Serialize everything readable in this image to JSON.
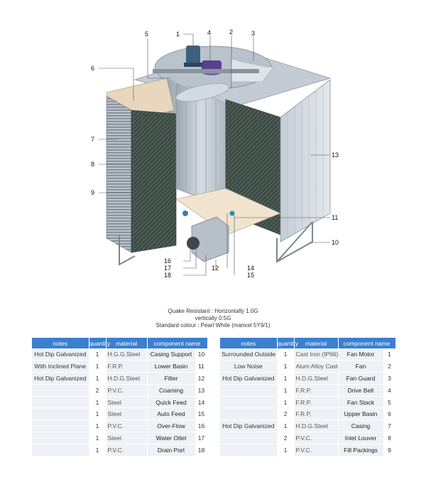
{
  "callouts": [
    "1",
    "2",
    "3",
    "4",
    "5",
    "6",
    "7",
    "8",
    "9",
    "10",
    "11",
    "12",
    "13",
    "14",
    "15",
    "16",
    "17",
    "18"
  ],
  "spec_lines": [
    "Quake Resistant : Horizontally 1.0G",
    "vertically 0.5G",
    "Standard colour : Pearl White (mancel 5Y9/1)"
  ],
  "table_headers": [
    "notes",
    "quantity",
    "material",
    "component name"
  ],
  "left_rows": [
    {
      "notes": "Hot Dip Galvanized",
      "qty": "1",
      "material": "H.G.G.Steel",
      "component": "Casing Support",
      "num": "10"
    },
    {
      "notes": "With Inclined Plane",
      "qty": "1",
      "material": "F.R.P.",
      "component": "Lower Basin",
      "num": "11"
    },
    {
      "notes": "Hot Dip Galvanized",
      "qty": "1",
      "material": "H.D.G.Steel",
      "component": "Filter",
      "num": "12"
    },
    {
      "notes": "",
      "qty": "2",
      "material": "P.V.C.",
      "component": "Coaming",
      "num": "13"
    },
    {
      "notes": "",
      "qty": "1",
      "material": "Steel",
      "component": "Quick Feed",
      "num": "14"
    },
    {
      "notes": "",
      "qty": "1",
      "material": "Steel",
      "component": "Auto Feed",
      "num": "15"
    },
    {
      "notes": "",
      "qty": "1",
      "material": "P.V.C.",
      "component": "Over-Flow",
      "num": "16"
    },
    {
      "notes": "",
      "qty": "1",
      "material": "Steel",
      "component": "Water Otlet",
      "num": "17"
    },
    {
      "notes": "",
      "qty": "1",
      "material": "P.V.C.",
      "component": "Drain Port",
      "num": "18"
    }
  ],
  "right_rows": [
    {
      "notes": "Surrounded Outside",
      "qty": "1",
      "material": "Cast Iron (IP66)",
      "component": "Fan Motor",
      "num": "1"
    },
    {
      "notes": "Low Noise",
      "qty": "1",
      "material": "Alum Alloy Cast",
      "component": "Fan",
      "num": "2"
    },
    {
      "notes": "Hot Dip Galvanized",
      "qty": "1",
      "material": "H.D.G.Steel",
      "component": "Fan Guard",
      "num": "3"
    },
    {
      "notes": "",
      "qty": "1",
      "material": "F.R.P.",
      "component": "Drive Belt",
      "num": "4"
    },
    {
      "notes": "",
      "qty": "1",
      "material": "F.R.P.",
      "component": "Fan Stack",
      "num": "5"
    },
    {
      "notes": "",
      "qty": "2",
      "material": "F.R.P.",
      "component": "Upper Basin",
      "num": "6"
    },
    {
      "notes": "Hot Dip Galvanized",
      "qty": "1",
      "material": "H.D.G.Steel",
      "component": "Casing",
      "num": "7"
    },
    {
      "notes": "",
      "qty": "2",
      "material": "P.V.C.",
      "component": "Inlet Louver",
      "num": "8"
    },
    {
      "notes": "",
      "qty": "1",
      "material": "P.V.C.",
      "component": "Fill Packings",
      "num": "9"
    }
  ]
}
